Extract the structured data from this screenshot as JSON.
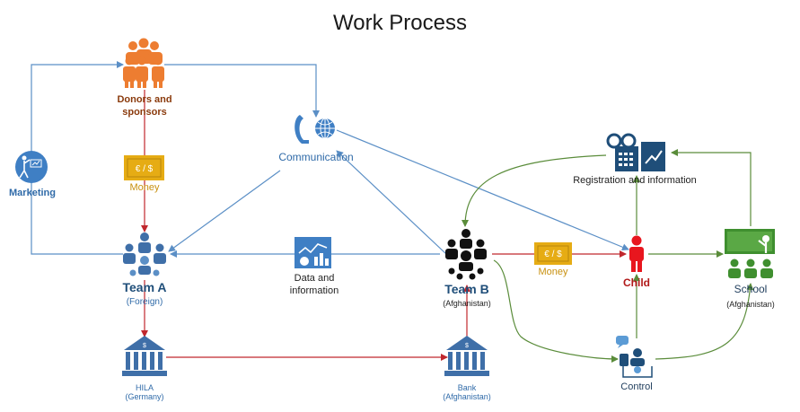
{
  "title": "Work Process",
  "nodes": {
    "donors": {
      "label1": "Donors and",
      "label2": "sponsors"
    },
    "marketing": {
      "label": "Marketing"
    },
    "money_left": {
      "label": "Money",
      "symbol": "€ / $"
    },
    "communication": {
      "label": "Communication"
    },
    "team_a": {
      "label": "Team A",
      "sub": "(Foreign)"
    },
    "data_info": {
      "label1": "Data and",
      "label2": "information"
    },
    "team_b": {
      "label": "Team B",
      "sub": "(Afghanistan)"
    },
    "money_right": {
      "label": "Money",
      "symbol": "€ / $"
    },
    "registration": {
      "label": "Registration and information"
    },
    "child": {
      "label": "Child"
    },
    "school": {
      "label": "School",
      "sub": "(Afghanistan)"
    },
    "hila": {
      "label": "HILA",
      "sub": "(Germany)",
      "symbol": "$"
    },
    "bank": {
      "label": "Bank",
      "sub": "(Afghanistan)",
      "symbol": "$"
    },
    "control": {
      "label": "Control"
    }
  },
  "colors": {
    "blue_arrow": "#5b8fc6",
    "red_arrow": "#c0272d",
    "green_arrow": "#5a8c3a",
    "orange": "#ed7d31",
    "team_blue": "#3f6fa8",
    "child_red": "#e8161e",
    "school_green": "#3f8f2f",
    "money_gold": "#e6ac14"
  }
}
